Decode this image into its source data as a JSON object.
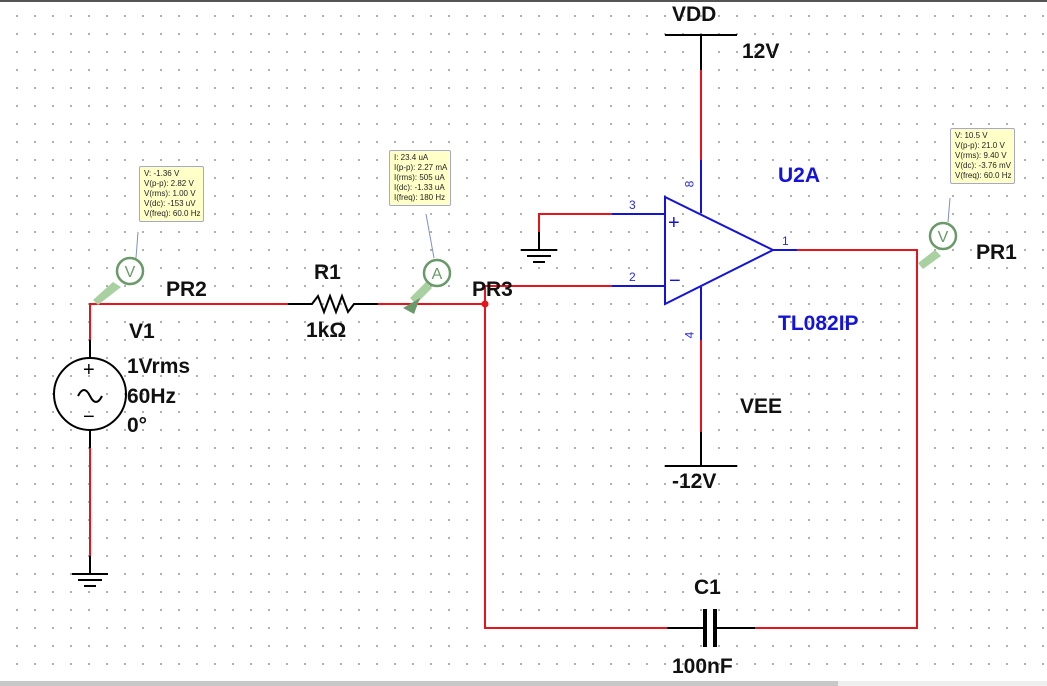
{
  "schematic": {
    "supply_top": {
      "name": "VDD",
      "value": "12V"
    },
    "supply_bottom": {
      "name": "VEE",
      "value": "-12V"
    },
    "opamp": {
      "refdes": "U2A",
      "part": "TL082IP",
      "pins": {
        "noninv": "3",
        "inv": "2",
        "out": "1",
        "vplus": "8",
        "vminus": "4"
      },
      "plus_symbol": "+",
      "minus_symbol": "−"
    },
    "source": {
      "refdes": "V1",
      "amplitude": "1Vrms",
      "frequency": "60Hz",
      "phase": "0°",
      "plus_symbol": "+",
      "minus_symbol": "−",
      "wave_symbol": "~"
    },
    "resistor": {
      "refdes": "R1",
      "value": "1kΩ"
    },
    "capacitor": {
      "refdes": "C1",
      "value": "100nF"
    },
    "probes": [
      {
        "id": "PR2",
        "label": "PR2",
        "type": "V",
        "readings": [
          "V: -1.36 V",
          "V(p-p): 2.82 V",
          "V(rms): 1.00 V",
          "V(dc): -153 uV",
          "V(freq): 60.0 Hz"
        ]
      },
      {
        "id": "PR3",
        "label": "PR3",
        "type": "A",
        "readings": [
          "I: 23.4 uA",
          "I(p-p): 2.27 mA",
          "I(rms): 505 uA",
          "I(dc): -1.33 uA",
          "I(freq): 180 Hz"
        ]
      },
      {
        "id": "PR1",
        "label": "PR1",
        "type": "V",
        "readings": [
          "V: 10.5 V",
          "V(p-p): 21.0 V",
          "V(rms): 9.40 V",
          "V(dc): -3.76 mV",
          "V(freq): 60.0 Hz"
        ]
      }
    ],
    "colors": {
      "wire": "#e8141c",
      "component": "#000000",
      "opamp": "#1414d8",
      "probe": "#6a9a6a",
      "probe_tip": "#a8d0a0",
      "probe_box": "#ffffc8"
    }
  },
  "scrollbar": {
    "horizontal_visible_fraction": 0.8
  }
}
